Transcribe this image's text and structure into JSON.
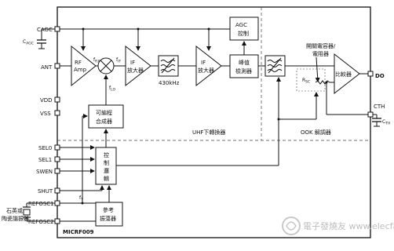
{
  "pins": {
    "cagc": "CAGC",
    "cagc_cap": "C",
    "cagc_cap_sub": "AGC",
    "ant": "ANT",
    "vdd": "VDD",
    "vss": "VSS",
    "sel0": "SEL0",
    "sel1": "SEL1",
    "swen": "SWEN",
    "shut": "SHUT",
    "refosc1": "REFOSC1",
    "refosc2": "REFOSC2",
    "do": "DO",
    "cth": "CTH",
    "cth_cap": "C",
    "cth_cap_sub": "TH"
  },
  "blocks": {
    "rf_amp_line1": "RF",
    "rf_amp_line2": "Amp",
    "if_amp1_line1": "IF",
    "if_amp1_line2": "放大器",
    "filter_freq": "430kHz",
    "if_amp2_line1": "IF",
    "if_amp2_line2": "放大器",
    "peak_detector_line1": "峰值",
    "peak_detector_line2": "檢測器",
    "agc_line1": "AGC",
    "agc_line2": "控制",
    "synth_line1": "可編程",
    "synth_line2": "合成器",
    "control_line1": "控",
    "control_line2": "制",
    "control_line3": "邏",
    "control_line4": "輯",
    "ref_osc_line1": "參考",
    "ref_osc_line2": "振蕩器",
    "comparator": "比較器",
    "switch_cap_line1": "開關電容器/",
    "switch_cap_line2": "電阻器",
    "rsc": "R",
    "rsc_sub": "SC"
  },
  "signals": {
    "frx": "f",
    "frx_sub": "RX",
    "fif": "f",
    "fif_sub": "IF",
    "flo": "f",
    "flo_sub": "LO",
    "ft": "f",
    "ft_sub": "T"
  },
  "sections": {
    "uhf_converter": "UHF下轉換器",
    "ook_demod": "OOK 解調器",
    "chip_name": "MICRF009",
    "crystal_line1": "石英或",
    "crystal_line2": "陶瓷諧振器"
  },
  "watermark": "電子發燒友 www.elecfans.com"
}
